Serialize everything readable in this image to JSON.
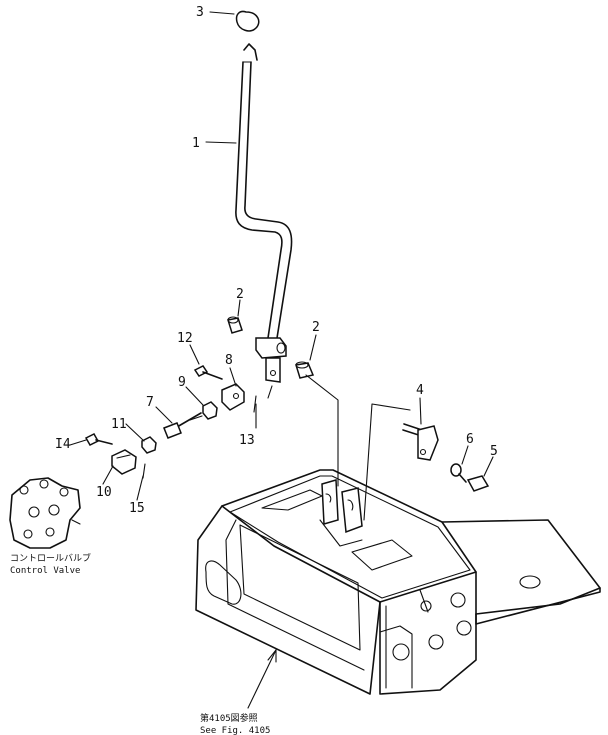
{
  "callouts": [
    {
      "id": "c3",
      "text": "3"
    },
    {
      "id": "c1",
      "text": "1"
    },
    {
      "id": "c2a",
      "text": "2"
    },
    {
      "id": "c2b",
      "text": "2"
    },
    {
      "id": "c12",
      "text": "12"
    },
    {
      "id": "c8",
      "text": "8"
    },
    {
      "id": "c9",
      "text": "9"
    },
    {
      "id": "c7",
      "text": "7"
    },
    {
      "id": "c13",
      "text": "13"
    },
    {
      "id": "c11",
      "text": "11"
    },
    {
      "id": "c14",
      "text": "I4"
    },
    {
      "id": "c10",
      "text": "10"
    },
    {
      "id": "c15",
      "text": "15"
    },
    {
      "id": "c4",
      "text": "4"
    },
    {
      "id": "c6",
      "text": "6"
    },
    {
      "id": "c5",
      "text": "5"
    }
  ],
  "control_valve": {
    "jp": "コントロールバルブ",
    "en": "Control Valve"
  },
  "see_fig": {
    "jp": "第4105図参照",
    "en": "See Fig. 4105"
  }
}
